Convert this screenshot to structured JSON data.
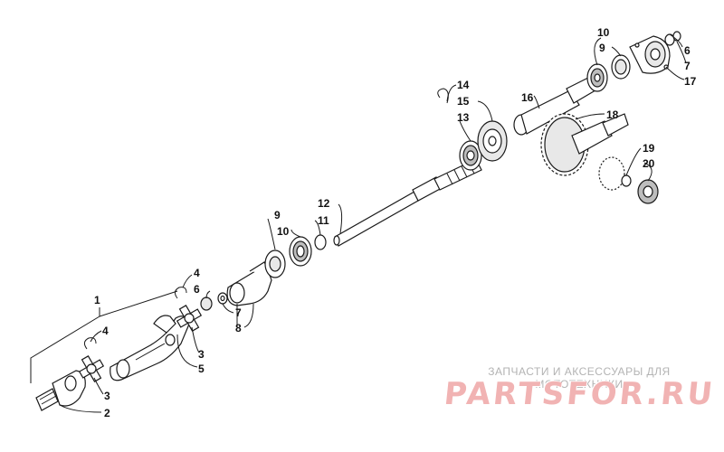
{
  "callouts": {
    "c1": "1",
    "c2": "2",
    "c3a": "3",
    "c4a": "4",
    "c3b": "3",
    "c5": "5",
    "c4b": "4",
    "c6a": "6",
    "c7a": "7",
    "c8": "8",
    "c9a": "9",
    "c10a": "10",
    "c11": "11",
    "c12": "12",
    "c14": "14",
    "c15": "15",
    "c13": "13",
    "c16": "16",
    "c10b": "10",
    "c9b": "9",
    "c6b": "6",
    "c7b": "7",
    "c17": "17",
    "c18": "18",
    "c19": "19",
    "c20": "20"
  },
  "watermark": {
    "tagline": "ЗАПЧАСТИ И АКСЕССУАРЫ ДЛЯ МОТОТЕХНИКИ",
    "brand": "PARTSFOR.RU"
  }
}
